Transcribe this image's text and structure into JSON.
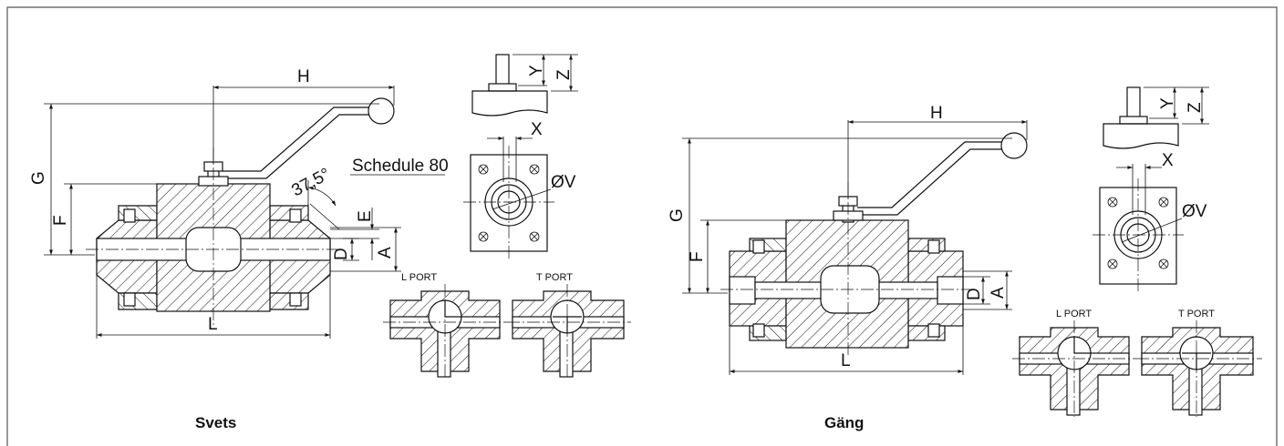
{
  "left_drawing": {
    "caption": "Svets",
    "schedule_note": "Schedule 80",
    "angle_label": "37,5°",
    "dims": {
      "H": "H",
      "G": "G",
      "F": "F",
      "L": "L",
      "E": "E",
      "D": "D",
      "A": "A",
      "X": "X",
      "Y": "Y",
      "Z": "Z",
      "V": "ØV"
    },
    "ports": {
      "l": "L  PORT",
      "t": "T  PORT"
    }
  },
  "right_drawing": {
    "caption": "Gäng",
    "dims": {
      "H": "H",
      "G": "G",
      "F": "F",
      "L": "L",
      "D": "D",
      "A": "A",
      "X": "X",
      "Y": "Y",
      "Z": "Z",
      "V": "ØV"
    },
    "ports": {
      "l": "L  PORT",
      "t": "T  PORT"
    }
  },
  "colors": {
    "line": "#111111",
    "frame": "#555555",
    "background": "#ffffff"
  }
}
